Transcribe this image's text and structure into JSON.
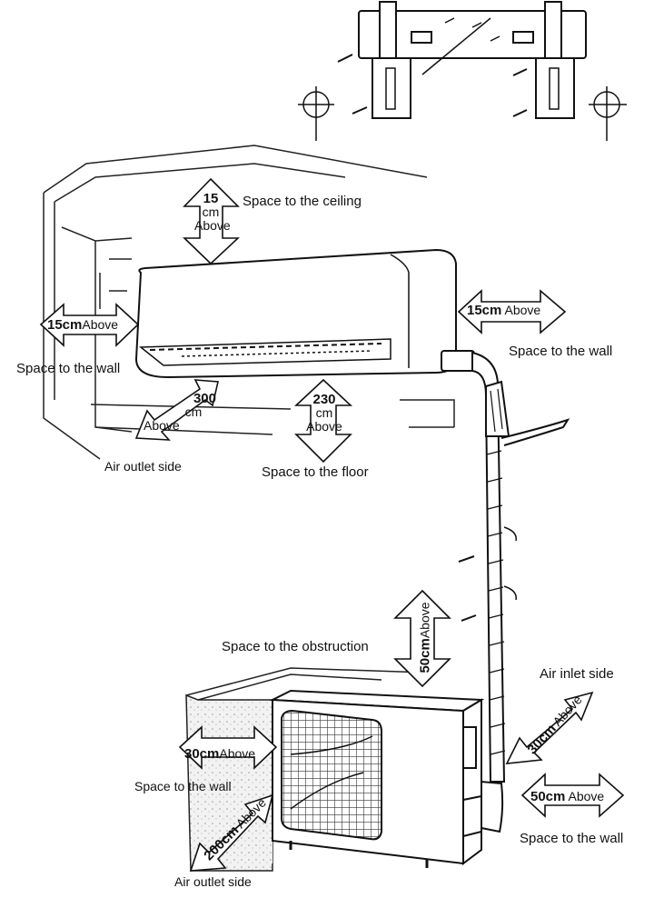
{
  "indoor": {
    "ceiling": {
      "value": "15",
      "unit": "cm",
      "qualifier": "Above",
      "label": "Space to the ceiling"
    },
    "left_wall": {
      "value": "15cm",
      "qualifier": "Above",
      "label": "Space to the wall"
    },
    "right_wall": {
      "value": "15cm",
      "qualifier": "Above",
      "label": "Space to the wall"
    },
    "outlet": {
      "value": "300",
      "unit": "cm",
      "qualifier": "Above",
      "label": "Air outlet side"
    },
    "floor": {
      "value": "230",
      "unit": "cm",
      "qualifier": "Above",
      "label": "Space to the floor"
    }
  },
  "outdoor": {
    "obstruction": {
      "value": "50cm",
      "qualifier": "Above",
      "label": "Space to the obstruction"
    },
    "inlet": {
      "value": "30cm",
      "qualifier": "Above",
      "label": "Air inlet side"
    },
    "left_wall": {
      "value": "30cm",
      "qualifier": "Above",
      "label": "Space to the wall"
    },
    "right_wall": {
      "value": "50cm",
      "qualifier": "Above",
      "label": "Space to the wall"
    },
    "outlet": {
      "value": "200cm",
      "qualifier": "Above",
      "label": "Air outlet side"
    }
  },
  "colors": {
    "line": "#111111",
    "fill": "#ffffff",
    "wall_texture": "#d8d8d8"
  }
}
